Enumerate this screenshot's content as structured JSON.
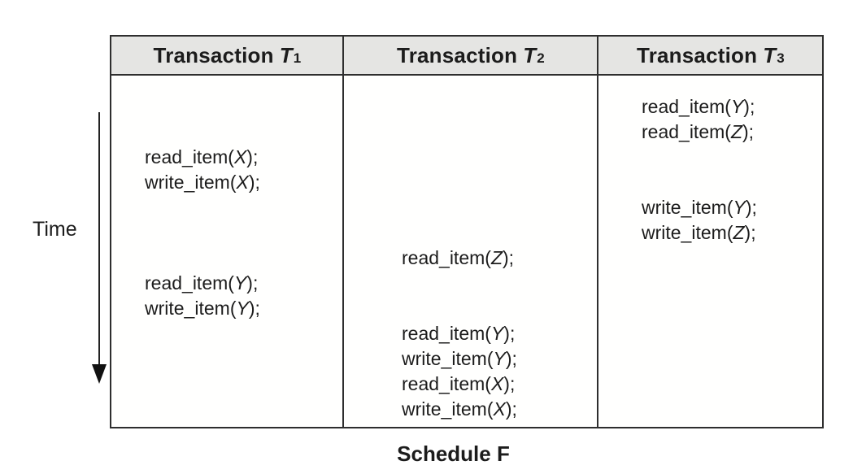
{
  "figure": {
    "caption": "Schedule F",
    "time_label": "Time"
  },
  "colors": {
    "header_bg": "#e5e5e3",
    "border": "#2e2e2e",
    "text": "#1c1c1c",
    "background": "#ffffff"
  },
  "table": {
    "columns": [
      {
        "id": "T1",
        "header": {
          "prefix": "Transaction",
          "symbol": "T",
          "subscript": "1"
        }
      },
      {
        "id": "T2",
        "header": {
          "prefix": "Transaction",
          "symbol": "T",
          "subscript": "2"
        }
      },
      {
        "id": "T3",
        "header": {
          "prefix": "Transaction",
          "symbol": "T",
          "subscript": "3"
        }
      }
    ],
    "slot_count": 13,
    "operations": [
      {
        "slot": 1,
        "transaction": "T3",
        "action": "read_item",
        "operand": "Y"
      },
      {
        "slot": 2,
        "transaction": "T3",
        "action": "read_item",
        "operand": "Z"
      },
      {
        "slot": 3,
        "transaction": "T1",
        "action": "read_item",
        "operand": "X"
      },
      {
        "slot": 4,
        "transaction": "T1",
        "action": "write_item",
        "operand": "X"
      },
      {
        "slot": 5,
        "transaction": "T3",
        "action": "write_item",
        "operand": "Y"
      },
      {
        "slot": 6,
        "transaction": "T3",
        "action": "write_item",
        "operand": "Z"
      },
      {
        "slot": 7,
        "transaction": "T2",
        "action": "read_item",
        "operand": "Z"
      },
      {
        "slot": 8,
        "transaction": "T1",
        "action": "read_item",
        "operand": "Y"
      },
      {
        "slot": 9,
        "transaction": "T1",
        "action": "write_item",
        "operand": "Y"
      },
      {
        "slot": 10,
        "transaction": "T2",
        "action": "read_item",
        "operand": "Y"
      },
      {
        "slot": 11,
        "transaction": "T2",
        "action": "write_item",
        "operand": "Y"
      },
      {
        "slot": 12,
        "transaction": "T2",
        "action": "read_item",
        "operand": "X"
      },
      {
        "slot": 13,
        "transaction": "T2",
        "action": "write_item",
        "operand": "X"
      }
    ]
  }
}
